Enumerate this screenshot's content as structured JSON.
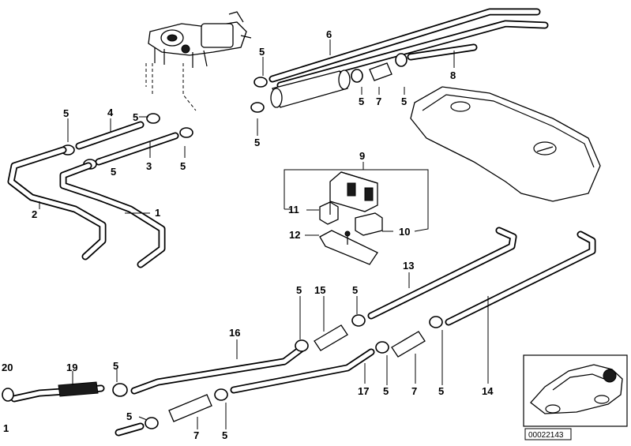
{
  "diagram": {
    "part_labels": [
      {
        "id": "6",
        "text": "6"
      },
      {
        "id": "5a",
        "text": "5"
      },
      {
        "id": "8",
        "text": "8"
      },
      {
        "id": "4",
        "text": "4"
      },
      {
        "id": "5b",
        "text": "5"
      },
      {
        "id": "5c",
        "text": "5"
      },
      {
        "id": "5d",
        "text": "5"
      },
      {
        "id": "7a",
        "text": "7"
      },
      {
        "id": "5e",
        "text": "5"
      },
      {
        "id": "5f",
        "text": "5"
      },
      {
        "id": "5g",
        "text": "5"
      },
      {
        "id": "3",
        "text": "3"
      },
      {
        "id": "5h",
        "text": "5"
      },
      {
        "id": "9",
        "text": "9"
      },
      {
        "id": "2",
        "text": "2"
      },
      {
        "id": "1a",
        "text": "1"
      },
      {
        "id": "11",
        "text": "11"
      },
      {
        "id": "10",
        "text": "10"
      },
      {
        "id": "12",
        "text": "12"
      },
      {
        "id": "13",
        "text": "13"
      },
      {
        "id": "5i",
        "text": "5"
      },
      {
        "id": "15",
        "text": "15"
      },
      {
        "id": "5j",
        "text": "5"
      },
      {
        "id": "16",
        "text": "16"
      },
      {
        "id": "20",
        "text": "20"
      },
      {
        "id": "19",
        "text": "19"
      },
      {
        "id": "5k",
        "text": "5"
      },
      {
        "id": "17",
        "text": "17"
      },
      {
        "id": "5l",
        "text": "5"
      },
      {
        "id": "7b",
        "text": "7"
      },
      {
        "id": "5m",
        "text": "5"
      },
      {
        "id": "14",
        "text": "14"
      },
      {
        "id": "5n",
        "text": "5"
      },
      {
        "id": "7c",
        "text": "7"
      },
      {
        "id": "5o",
        "text": "5"
      },
      {
        "id": "1b",
        "text": "1"
      }
    ],
    "reference_number": "00022143"
  }
}
